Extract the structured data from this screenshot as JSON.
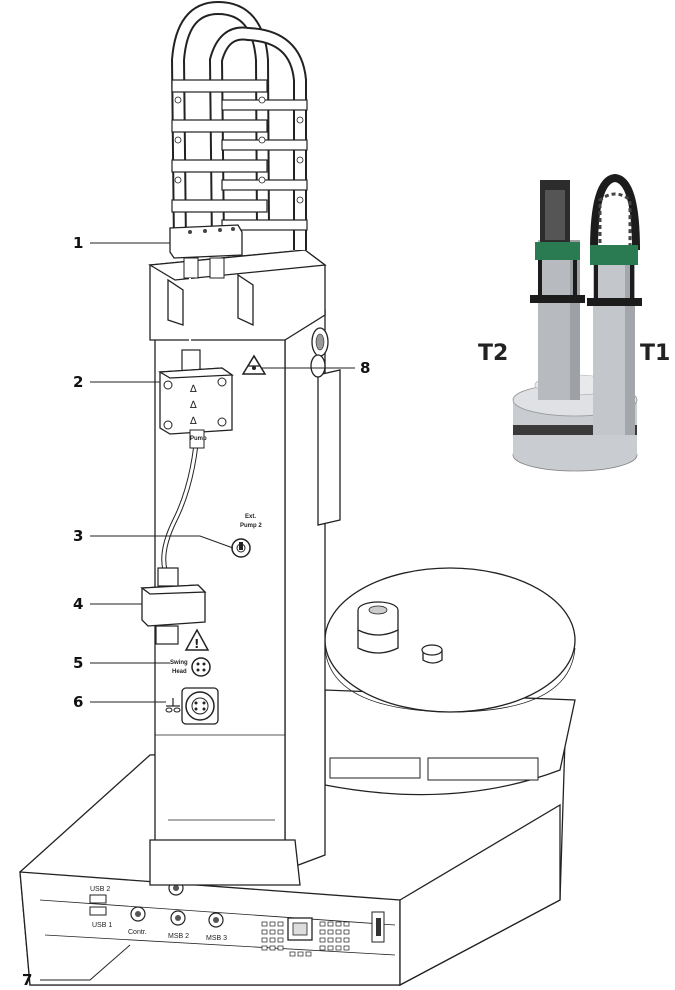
{
  "diagram": {
    "callouts": [
      {
        "id": "1",
        "label": "1"
      },
      {
        "id": "2",
        "label": "2"
      },
      {
        "id": "3",
        "label": "3"
      },
      {
        "id": "4",
        "label": "4"
      },
      {
        "id": "5",
        "label": "5"
      },
      {
        "id": "6",
        "label": "6"
      },
      {
        "id": "7",
        "label": "7"
      },
      {
        "id": "8",
        "label": "8"
      }
    ],
    "inset": {
      "tower_left_label": "T2",
      "tower_right_label": "T1"
    },
    "device_labels": {
      "pump_box": "Pump",
      "ext_pump_line1": "Ext.",
      "ext_pump_line2": "Pump 2",
      "stirrer_line1": "Swing",
      "stirrer_line2": "Head",
      "usb2": "USB 2",
      "usb1": "USB 1",
      "contr": "Contr.",
      "msb2": "MSB 2",
      "msb3": "MSB 3"
    }
  }
}
